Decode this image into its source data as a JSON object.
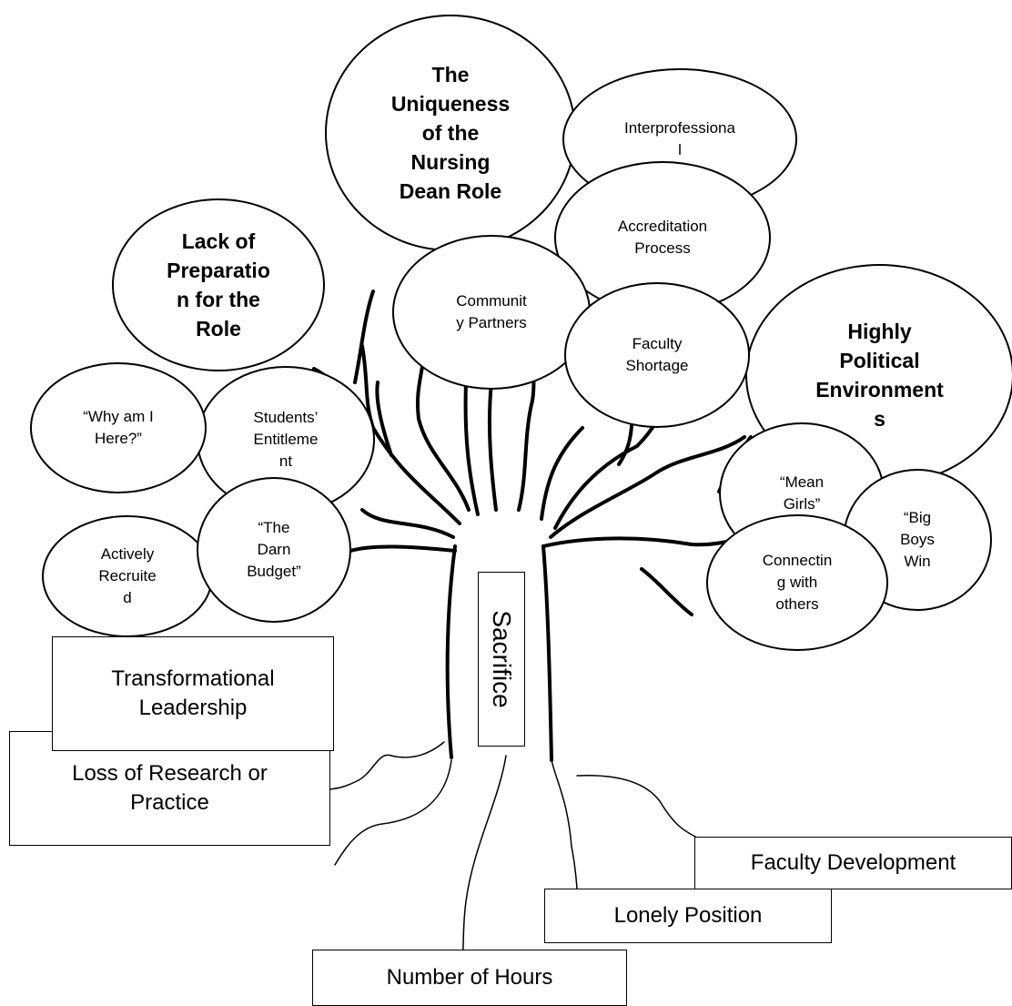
{
  "trunk_label": "Sacrifice",
  "themes": {
    "uniqueness": "The\nUniqueness\nof the\nNursing\nDean Role",
    "lack_of_preparation": "Lack of\nPreparatio\nn for the\nRole",
    "highly_political": "Highly\nPolitical\nEnvironment\ns"
  },
  "subthemes": {
    "interprofessional": "Interprofessiona\nl",
    "accreditation": "Accreditation\nProcess",
    "community_partners": "Communit\ny Partners",
    "faculty_shortage": "Faculty\nShortage",
    "why_am_i_here": "“Why am I\nHere?”",
    "students_entitlement": "Students’\nEntitleme\nnt",
    "actively_recruited": "Actively\nRecruite\nd",
    "darn_budget": "“The\nDarn\nBudget”",
    "mean_girls": "“Mean\nGirls”",
    "big_boys_win": "“Big\nBoys\nWin",
    "connecting": "Connectin\ng with\nothers"
  },
  "roots": {
    "loss_of_research": "Loss of Research or\nPractice",
    "transformational": "Transformational\nLeadership",
    "number_of_hours": "Number of Hours",
    "lonely_position": "Lonely Position",
    "faculty_development": "Faculty Development"
  }
}
